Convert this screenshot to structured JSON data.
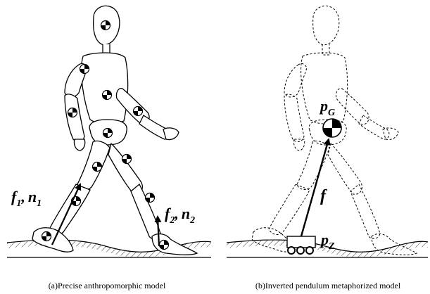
{
  "panels": [
    {
      "caption": "(a)Precise anthropomorphic model",
      "labels": {
        "left_force": "f",
        "left_force_sub": "1",
        "left_moment": "n",
        "left_moment_sub": "1",
        "right_force": "f",
        "right_force_sub": "2",
        "right_moment": "n",
        "right_moment_sub": "2",
        "separator": ","
      }
    },
    {
      "caption": "(b)Inverted pendulum metaphorized model",
      "labels": {
        "com": "p",
        "com_sub": "G",
        "force": "f",
        "zmp": "p",
        "zmp_sub": "Z"
      }
    }
  ],
  "colors": {
    "stroke": "#000000",
    "background": "#ffffff"
  },
  "icons": {
    "mass_marker": "checkered-mass-marker-icon",
    "cart_wheel": "wheel-icon"
  }
}
